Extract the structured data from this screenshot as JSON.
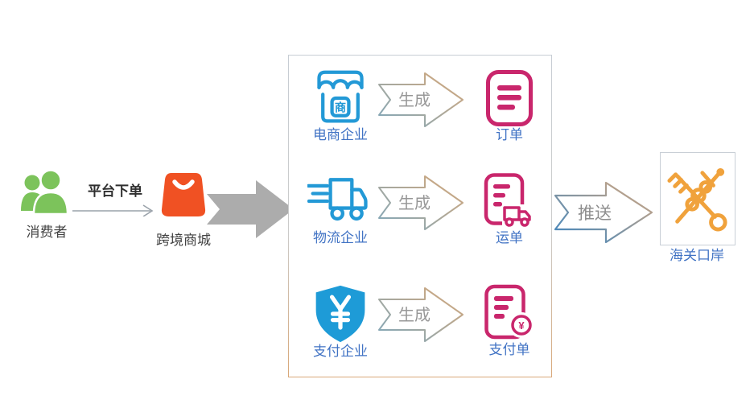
{
  "colors": {
    "people_green": "#7CC35B",
    "bag_orange": "#F05123",
    "icon_blue": "#2399D6",
    "shield_blue": "#1E9BD7",
    "label_blue": "#4173C4",
    "doc_pink": "#C9266C",
    "customs_orange": "#F0A23C",
    "flow_gray": "#ACACAC",
    "label_dark": "#434343",
    "arrow_text_gray": "#979797"
  },
  "consumer": {
    "label": "消费者"
  },
  "platform_order_arrow": {
    "label": "平台下单"
  },
  "mall": {
    "label": "跨境商城"
  },
  "enterprise_box": {
    "rows": [
      {
        "entity": "电商企业",
        "action": "生成",
        "document": "订单"
      },
      {
        "entity": "物流企业",
        "action": "生成",
        "document": "运单"
      },
      {
        "entity": "支付企业",
        "action": "生成",
        "document": "支付单"
      }
    ]
  },
  "push_arrow": {
    "label": "推送"
  },
  "customs": {
    "label": "海关口岸"
  },
  "glyphs": {
    "store": "商",
    "yuan": "¥"
  }
}
